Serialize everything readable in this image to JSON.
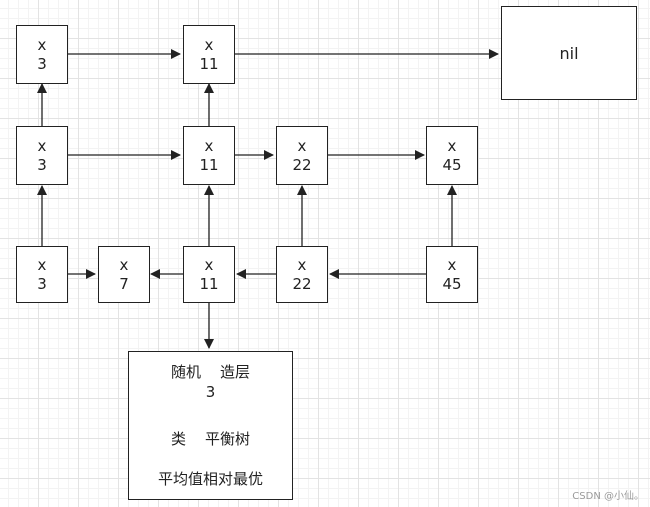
{
  "nodes": {
    "l3_a": {
      "top": "x",
      "bottom": "3"
    },
    "l3_b": {
      "top": "x",
      "bottom": "11"
    },
    "l2_a": {
      "top": "x",
      "bottom": "3"
    },
    "l2_b": {
      "top": "x",
      "bottom": "11"
    },
    "l2_c": {
      "top": "x",
      "bottom": "22"
    },
    "l2_d": {
      "top": "x",
      "bottom": "45"
    },
    "l1_a": {
      "top": "x",
      "bottom": "3"
    },
    "l1_b": {
      "top": "x",
      "bottom": "7"
    },
    "l1_c": {
      "top": "x",
      "bottom": "11"
    },
    "l1_d": {
      "top": "x",
      "bottom": "22"
    },
    "l1_e": {
      "top": "x",
      "bottom": "45"
    }
  },
  "nil_label": "nil",
  "note": {
    "line1": "随机    造层",
    "line2": "3",
    "line3": "类    平衡树",
    "line4": "平均值相对最优"
  },
  "watermark": "CSDN @小仙。",
  "colors": {
    "stroke": "#222222",
    "grid": "#e3e3e3",
    "watermark": "#9a9a9a"
  }
}
